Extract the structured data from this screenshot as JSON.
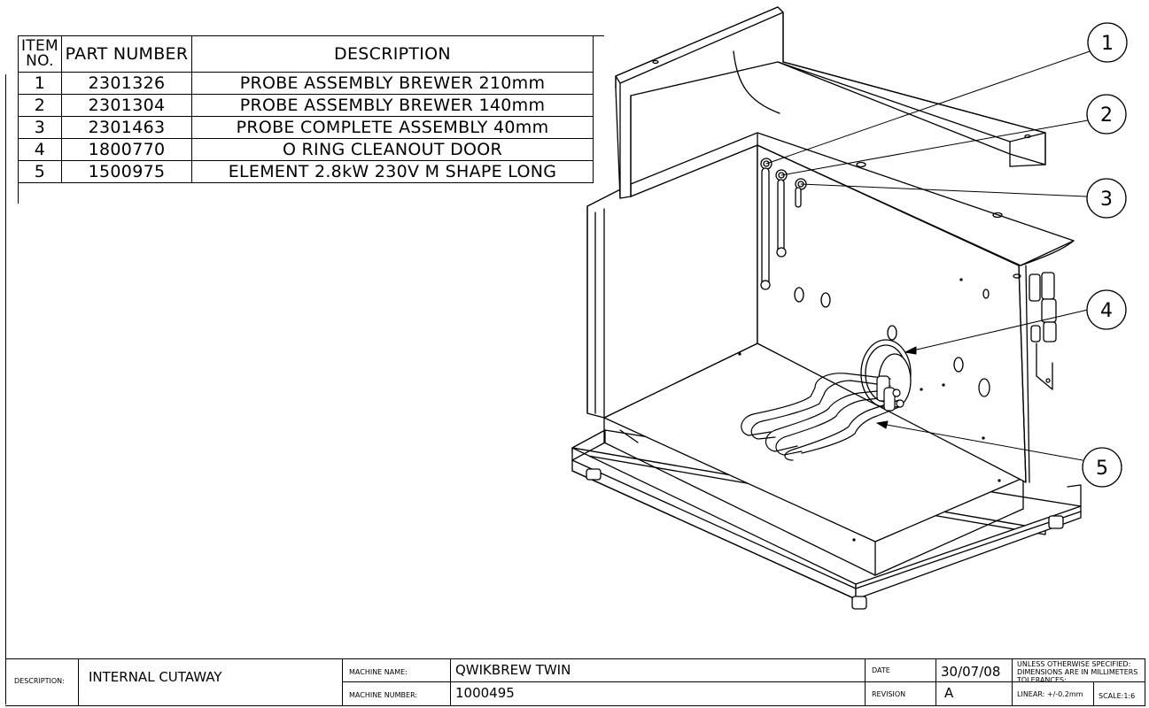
{
  "bom": {
    "headers": {
      "item_no_line1": "ITEM",
      "item_no_line2": "NO.",
      "part_number": "PART NUMBER",
      "description": "DESCRIPTION"
    },
    "rows": [
      {
        "item": "1",
        "part": "2301326",
        "desc": "PROBE ASSEMBLY BREWER 210mm"
      },
      {
        "item": "2",
        "part": "2301304",
        "desc": "PROBE ASSEMBLY BREWER 140mm"
      },
      {
        "item": "3",
        "part": "2301463",
        "desc": "PROBE COMPLETE ASSEMBLY 40mm"
      },
      {
        "item": "4",
        "part": "1800770",
        "desc": "O RING CLEANOUT DOOR"
      },
      {
        "item": "5",
        "part": "1500975",
        "desc": "ELEMENT 2.8kW 230V  M SHAPE LONG"
      }
    ]
  },
  "balloons": [
    "1",
    "2",
    "3",
    "4",
    "5"
  ],
  "titleblock": {
    "description_label": "DESCRIPTION:",
    "description_value": "INTERNAL CUTAWAY",
    "machine_name_label": "MACHINE NAME:",
    "machine_name_value": "QWIKBREW TWIN",
    "machine_number_label": "MACHINE NUMBER:",
    "machine_number_value": "1000495",
    "date_label": "DATE",
    "date_value": "30/07/08",
    "revision_label": "REVISION",
    "revision_value": "A",
    "notes_line1": "UNLESS OTHERWISE SPECIFIED:",
    "notes_line2": "DIMENSIONS ARE IN MILLIMETERS",
    "notes_line3": "TOLERANCES:",
    "tolerance_linear": "LINEAR: +/-0.2mm",
    "scale": "SCALE:1:6"
  }
}
